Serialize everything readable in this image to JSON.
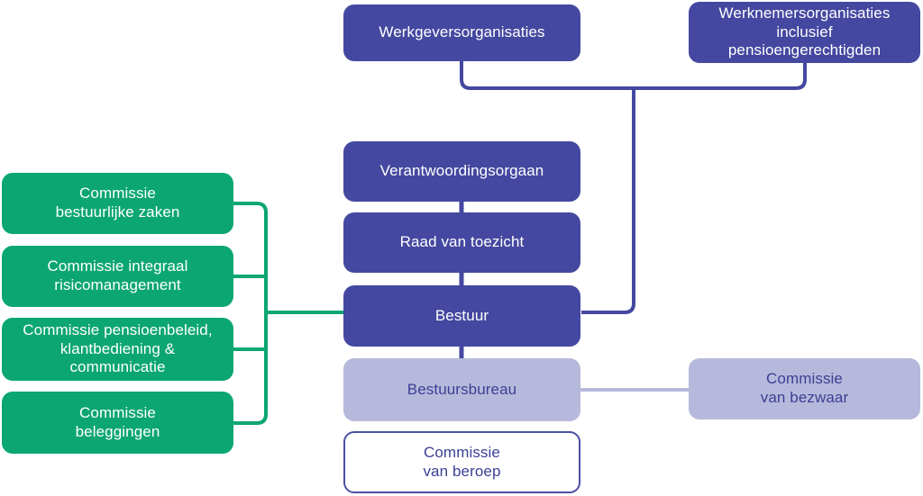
{
  "colors": {
    "primary": "#4448A0",
    "green": "#0CA673",
    "light": "#B7B9DC",
    "dark_text": "#3B3F94",
    "outline_border": "#4A4FA3"
  },
  "nodes": {
    "werkgeversorganisaties": {
      "label": "Werkgeversorganisaties"
    },
    "werknemersorganisaties": {
      "label": "Werknemersorganisaties\ninclusief\npensioengerechtigden"
    },
    "verantwoordingsorgaan": {
      "label": "Verantwoordingsorgaan"
    },
    "raad_van_toezicht": {
      "label": "Raad van toezicht"
    },
    "bestuur": {
      "label": "Bestuur"
    },
    "bestuursbureau": {
      "label": "Bestuursbureau"
    },
    "commissie_van_beroep": {
      "label": "Commissie\nvan beroep"
    },
    "commissie_van_bezwaar": {
      "label": "Commissie\nvan bezwaar"
    },
    "commissie_bestuurlijke_zaken": {
      "label": "Commissie\nbestuurlijke zaken"
    },
    "commissie_integraal_risicomanagement": {
      "label": "Commissie integraal\nrisicomanagement"
    },
    "commissie_pensioenbeleid": {
      "label": "Commissie pensioenbeleid,\nklantbediening &\ncommunicatie"
    },
    "commissie_beleggingen": {
      "label": "Commissie\nbeleggingen"
    }
  }
}
